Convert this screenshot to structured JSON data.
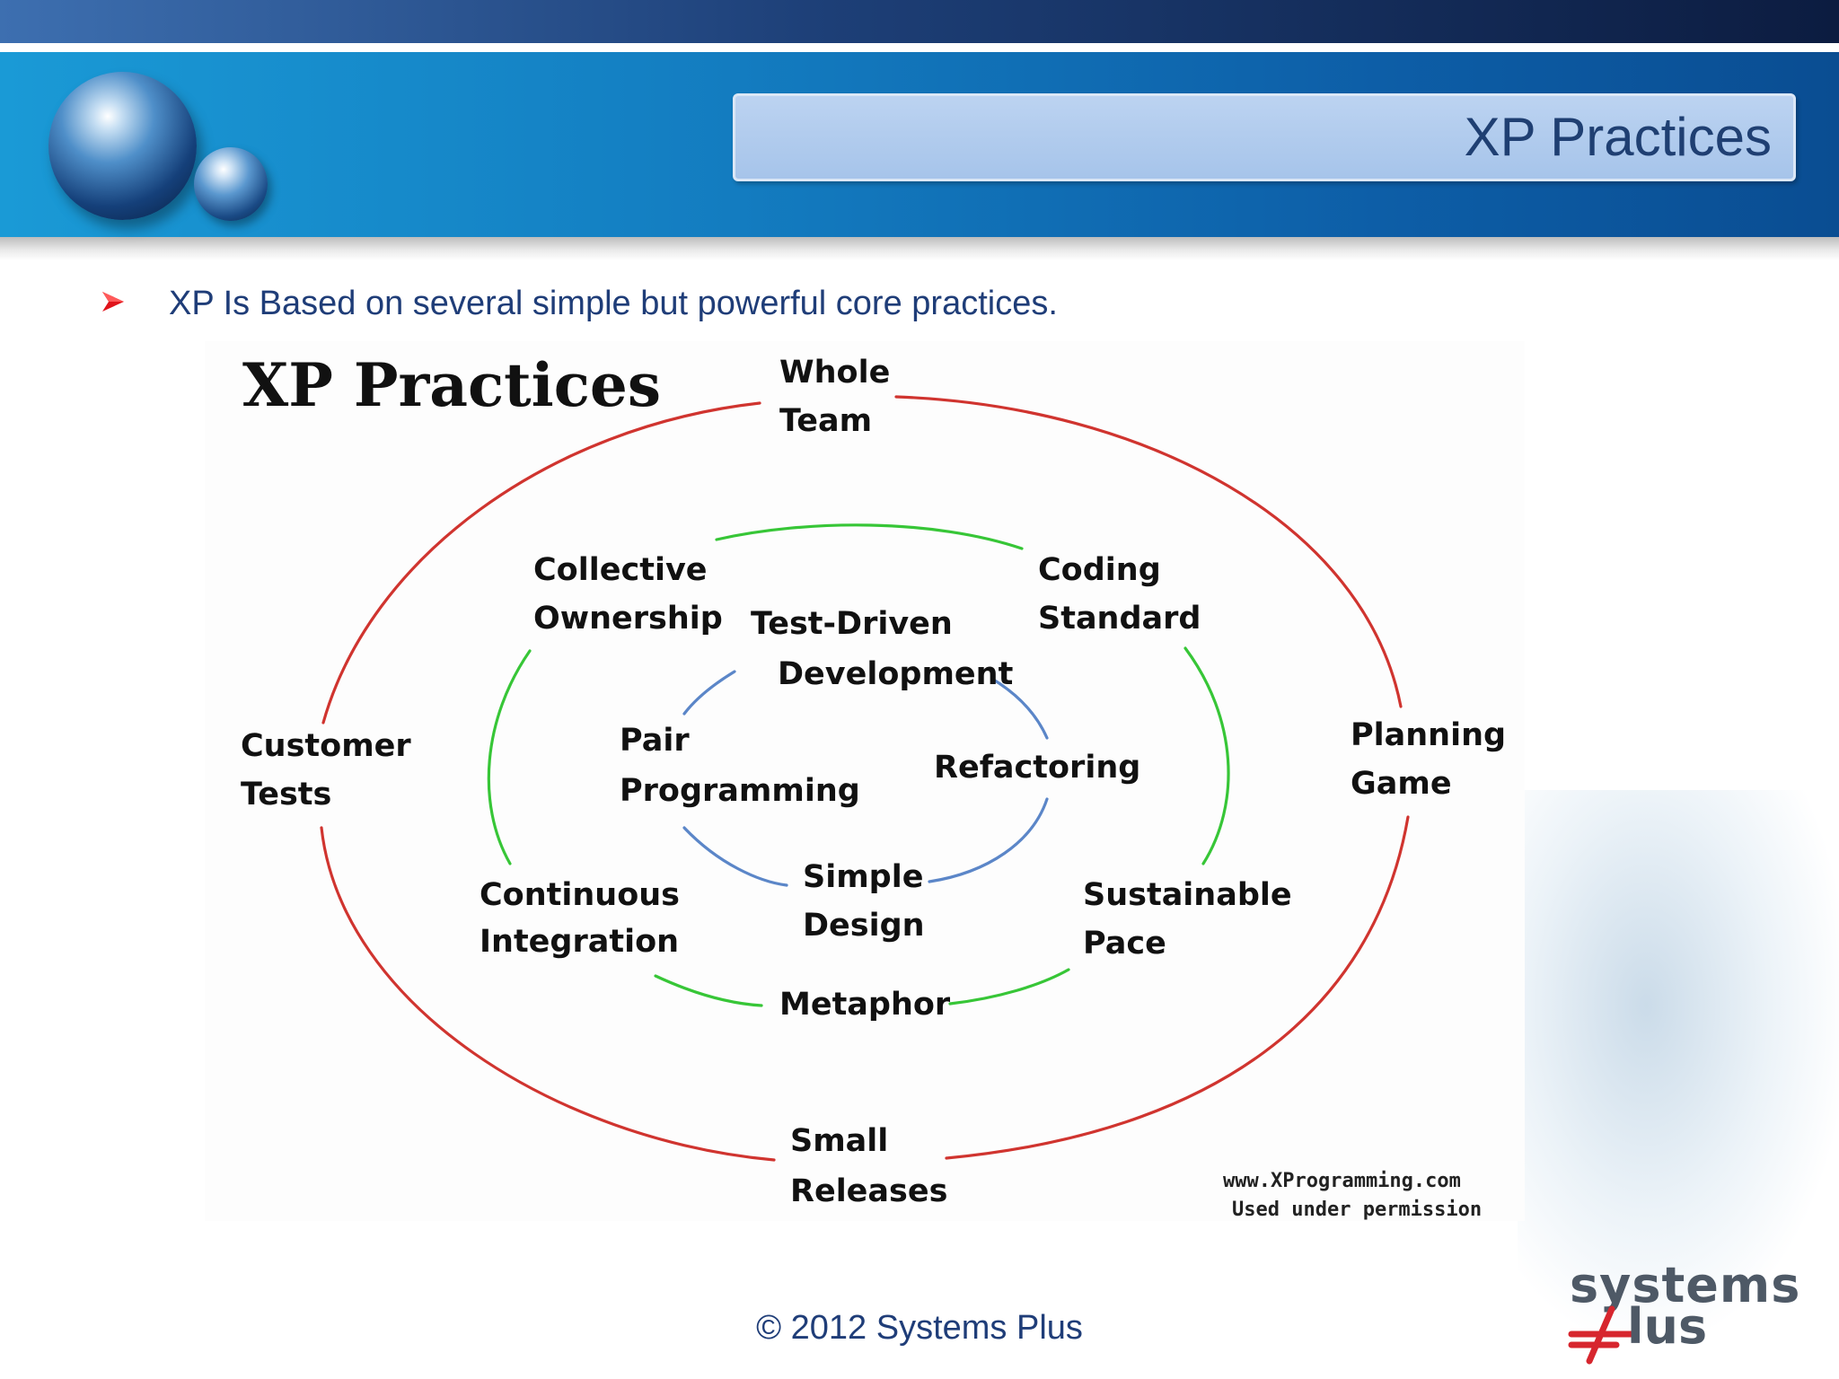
{
  "slide": {
    "title": "XP Practices",
    "bullet": "XP Is Based on several simple but powerful core practices.",
    "footer": "© 2012 Systems Plus"
  },
  "logo": {
    "line1": "systems",
    "line2": "lus"
  },
  "diagram": {
    "title": "XP Practices",
    "outer_ring": {
      "color": "#d0342f",
      "practices": [
        "Whole Team",
        "Customer Tests",
        "Planning Game",
        "Small Releases"
      ]
    },
    "middle_ring": {
      "color": "#37c637",
      "practices": [
        "Collective Ownership",
        "Coding Standard",
        "Continuous Integration",
        "Sustainable Pace",
        "Metaphor"
      ]
    },
    "inner_ring": {
      "color": "#5b86c8",
      "practices": [
        "Test-Driven Development",
        "Pair Programming",
        "Refactoring",
        "Simple Design"
      ]
    },
    "labels": {
      "whole": "Whole",
      "team": "Team",
      "customer": "Customer",
      "tests": "Tests",
      "planning": "Planning",
      "game": "Game",
      "small": "Small",
      "releases": "Releases",
      "collective": "Collective",
      "ownership": "Ownership",
      "coding": "Coding",
      "standard": "Standard",
      "continuous": "Continuous",
      "integration": "Integration",
      "sustainable": "Sustainable",
      "pace": "Pace",
      "metaphor": "Metaphor",
      "test_driven": "Test-Driven",
      "development": "Development",
      "pair": "Pair",
      "programming": "Programming",
      "refactoring": "Refactoring",
      "simple": "Simple",
      "design": "Design"
    },
    "credit_line1": "www.XProgramming.com",
    "credit_line2": "Used under permission"
  }
}
